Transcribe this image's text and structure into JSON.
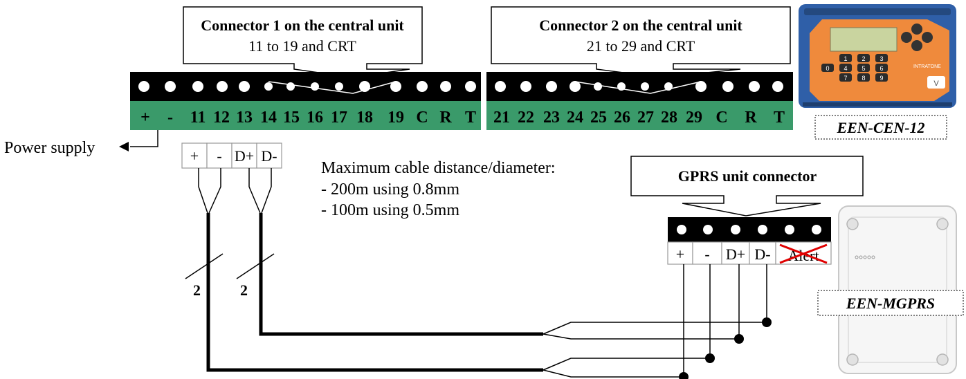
{
  "connector1": {
    "title": "Connector 1 on the central unit",
    "subtitle": "11 to 19 and CRT",
    "labels": [
      "+",
      "-",
      "11",
      "12",
      "13",
      "14",
      "15",
      "16",
      "17",
      "18",
      "19",
      "C",
      "R",
      "T"
    ]
  },
  "connector2": {
    "title": "Connector 2 on the central unit",
    "subtitle": "21 to 29 and CRT",
    "labels": [
      "21",
      "22",
      "23",
      "24",
      "25",
      "26",
      "27",
      "28",
      "29",
      "C",
      "R",
      "T"
    ]
  },
  "power_supply": "Power supply",
  "bus_terminals": [
    "+",
    "-",
    "D+",
    "D-"
  ],
  "cable_note": {
    "heading": "Maximum cable distance/diameter:",
    "lines": [
      "- 200m using 0.8mm",
      "- 100m using 0.5mm"
    ]
  },
  "wire_counts": [
    "2",
    "2"
  ],
  "gprs": {
    "title": "GPRS unit connector",
    "terminals": [
      "+",
      "-",
      "D+",
      "D-",
      "Alert"
    ],
    "alert_disabled": true
  },
  "devices": {
    "central_unit": {
      "label": "EEN-CEN-12",
      "keypad_keys": [
        "1",
        "2",
        "3",
        "0",
        "4",
        "5",
        "6",
        "7",
        "8",
        "9",
        "V"
      ],
      "brand": "INTRATONE"
    },
    "gprs_unit": {
      "label": "EEN-MGPRS"
    }
  },
  "colors": {
    "terminal_strip": "#000000",
    "label_strip": "#3a9a6a",
    "device_body": "#2f5fa8",
    "keypad_face": "#ef8a3c",
    "disabled_mark": "#e00000"
  }
}
